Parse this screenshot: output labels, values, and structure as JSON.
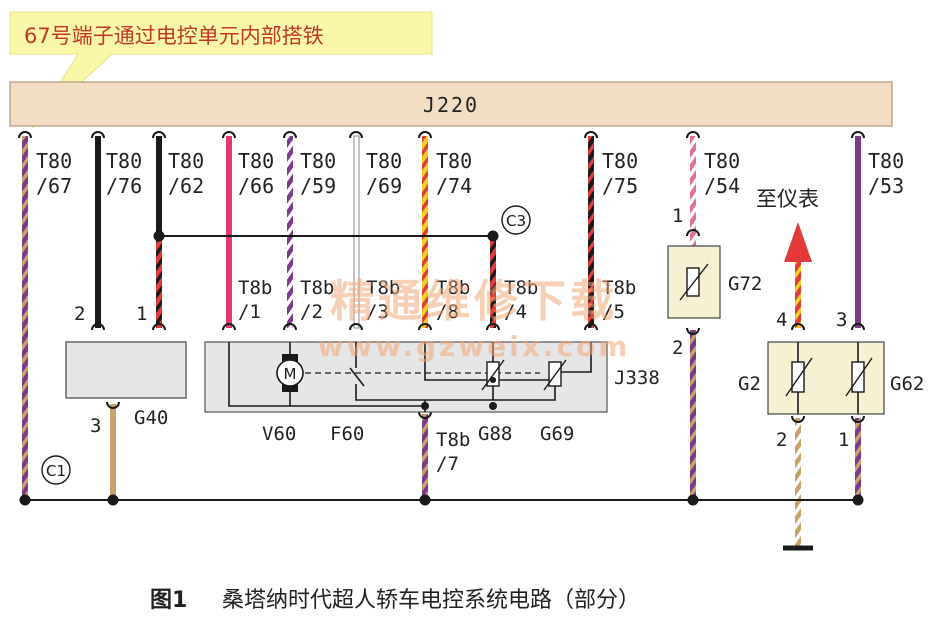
{
  "callout": {
    "text": "67号端子通过电控单元内部搭铁"
  },
  "ecu": {
    "label": "J220"
  },
  "connectors": [
    {
      "id": "t67",
      "text": "T80\n/67"
    },
    {
      "id": "t76",
      "text": "T80\n/76"
    },
    {
      "id": "t62",
      "text": "T80\n/62"
    },
    {
      "id": "t66",
      "text": "T80\n/66"
    },
    {
      "id": "t59",
      "text": "T80\n/59"
    },
    {
      "id": "t69",
      "text": "T80\n/69"
    },
    {
      "id": "t74",
      "text": "T80\n/74"
    },
    {
      "id": "t75",
      "text": "T80\n/75"
    },
    {
      "id": "t54",
      "text": "T80\n/54"
    },
    {
      "id": "t53",
      "text": "T80\n/53"
    }
  ],
  "t8b_pins": [
    {
      "id": "p1",
      "text": "T8b\n/1"
    },
    {
      "id": "p2",
      "text": "T8b\n/2"
    },
    {
      "id": "p3",
      "text": "T8b\n/3"
    },
    {
      "id": "p4",
      "text": "T8b\n/8"
    },
    {
      "id": "p5",
      "text": "T8b\n/4"
    },
    {
      "id": "p6",
      "text": "T8b\n/5"
    },
    {
      "id": "p7",
      "text": "T8b\n/7"
    }
  ],
  "components": {
    "G40": "G40",
    "J338": "J338",
    "V60": "V60",
    "F60": "F60",
    "G88": "G88",
    "G69": "G69",
    "G72": "G72",
    "G2": "G2",
    "G62": "G62",
    "motor": "M"
  },
  "nodes": {
    "C1": "C1",
    "C3": "C3"
  },
  "pins": {
    "g40_2": "2",
    "g40_1": "1",
    "g40_3": "3",
    "g72_1": "1",
    "g72_2": "2",
    "g2_4": "4",
    "g62_3": "3",
    "g2_2": "2",
    "g62_1": "1"
  },
  "to_instrument": "至仪表",
  "watermark": {
    "line1": "精通维修下载",
    "line2": "www.gzweix.com"
  },
  "caption": {
    "figure": "图1",
    "text": "桑塔纳时代超人轿车电控系统电路（部分）"
  },
  "colors": {
    "violet": "#7b3a8c",
    "black": "#1a1a1a",
    "red": "#e23a3a",
    "pink": "#e03a70",
    "yellow": "#f0d020",
    "tan": "#c9a26a",
    "beige": "#f3ddc4",
    "component": "#e6e6e6",
    "callout": "#fbf7a8"
  }
}
